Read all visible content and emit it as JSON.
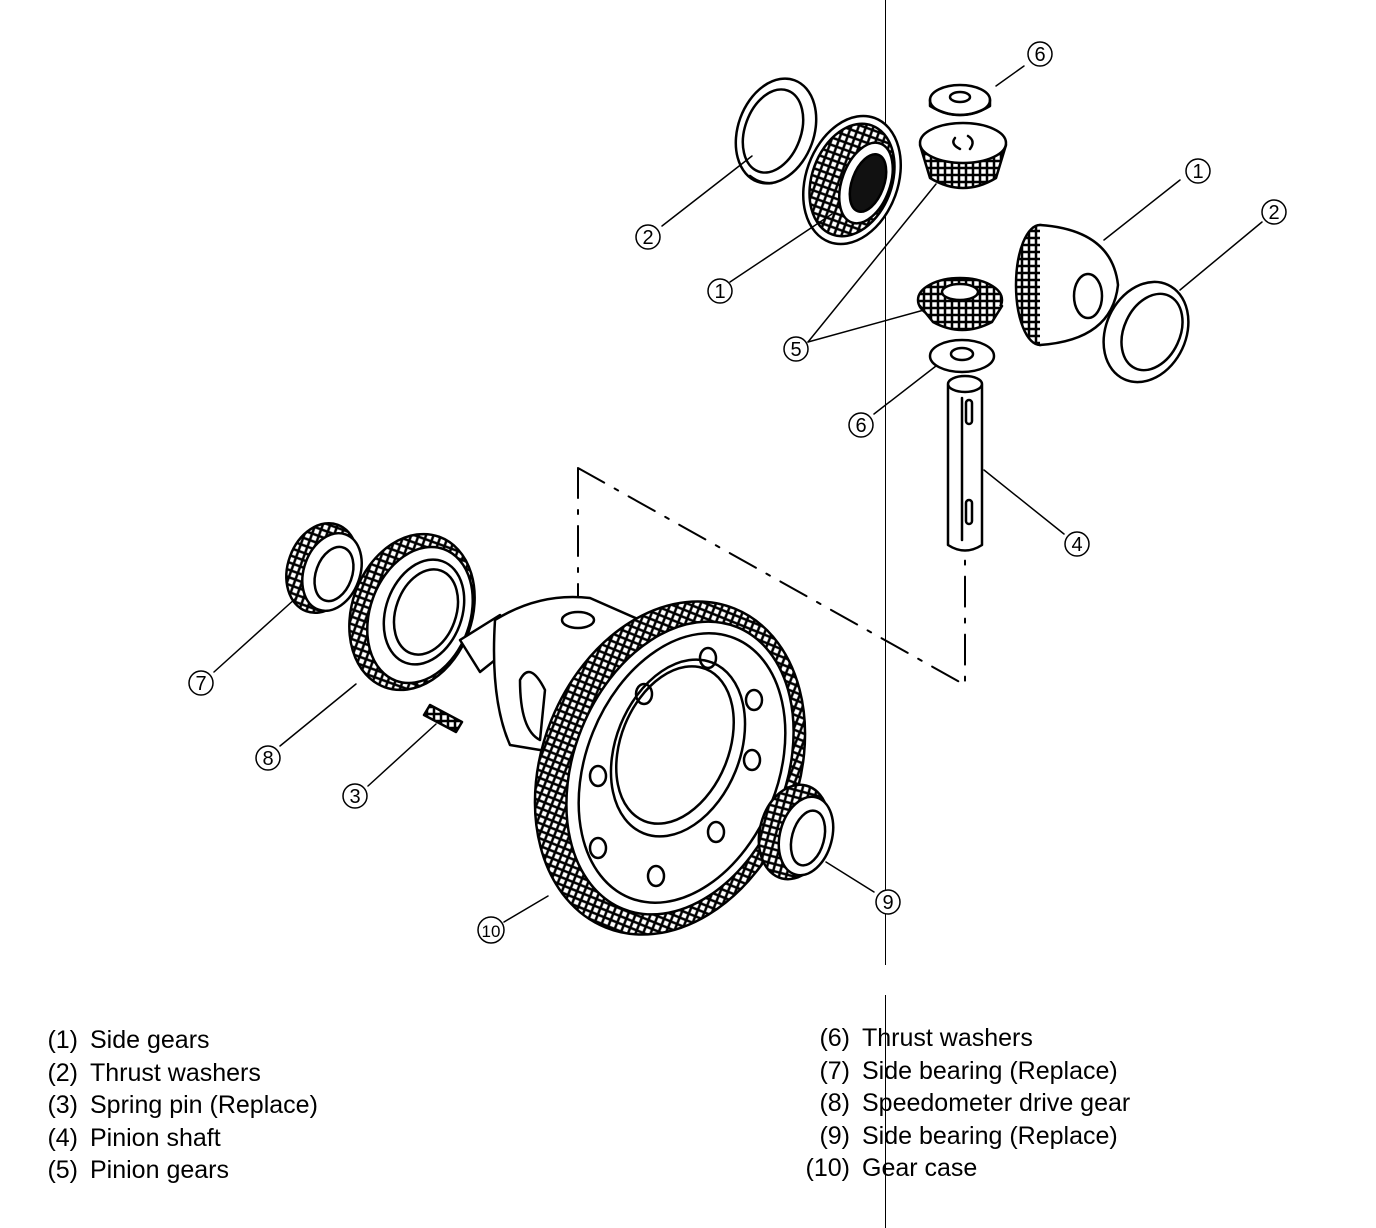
{
  "callouts": {
    "c1a": "1",
    "c1b": "1",
    "c2a": "2",
    "c2b": "2",
    "c3": "3",
    "c4": "4",
    "c5": "5",
    "c6a": "6",
    "c6b": "6",
    "c7": "7",
    "c8": "8",
    "c9": "9",
    "c10": "10"
  },
  "legend": {
    "left": [
      {
        "num": "(1)",
        "text": "Side gears"
      },
      {
        "num": "(2)",
        "text": "Thrust washers"
      },
      {
        "num": "(3)",
        "text": "Spring pin (Replace)"
      },
      {
        "num": "(4)",
        "text": "Pinion shaft"
      },
      {
        "num": "(5)",
        "text": "Pinion gears"
      }
    ],
    "right": [
      {
        "num": "(6)",
        "text": "Thrust washers"
      },
      {
        "num": "(7)",
        "text": "Side bearing (Replace)"
      },
      {
        "num": "(8)",
        "text": "Speedometer drive gear"
      },
      {
        "num": "(9)",
        "text": "Side bearing (Replace)"
      },
      {
        "num": "(10)",
        "text": "Gear case"
      }
    ]
  }
}
